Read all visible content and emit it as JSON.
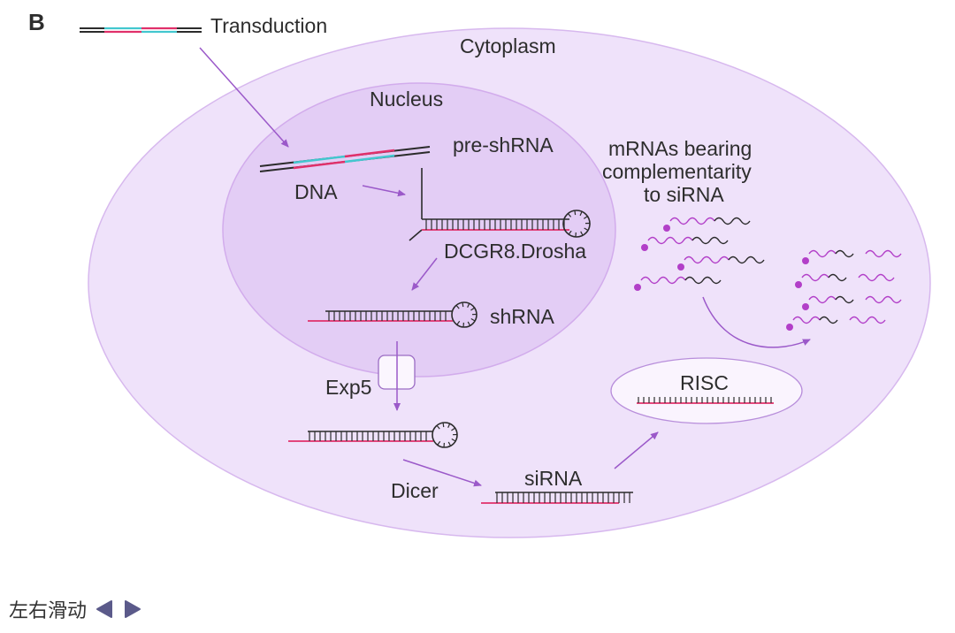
{
  "panel_label": "B",
  "labels": {
    "transduction": "Transduction",
    "cytoplasm": "Cytoplasm",
    "nucleus": "Nucleus",
    "pre_shrna": "pre-shRNA",
    "dna": "DNA",
    "dcgr8": "DCGR8.Drosha",
    "shrna": "shRNA",
    "exp5": "Exp5",
    "dicer": "Dicer",
    "sirna": "siRNA",
    "risc": "RISC",
    "mrna_line1": "mRNAs bearing",
    "mrna_line2": "complementarity",
    "mrna_line3": "to siRNA"
  },
  "nav": {
    "text": "左右滑动",
    "prev_icon": "triangle-left-icon",
    "next_icon": "triangle-right-icon"
  },
  "colors": {
    "cytoplasm_fill": "#efe2fa",
    "nucleus_fill": "#e3cdf5",
    "arrow": "#9b59c9",
    "strand_pink": "#e0306a",
    "strand_cyan": "#43c7cf",
    "strand_dark": "#2b2b2b",
    "mrna_dot": "#b23fc8",
    "nav_button": "#5b5a8a"
  }
}
